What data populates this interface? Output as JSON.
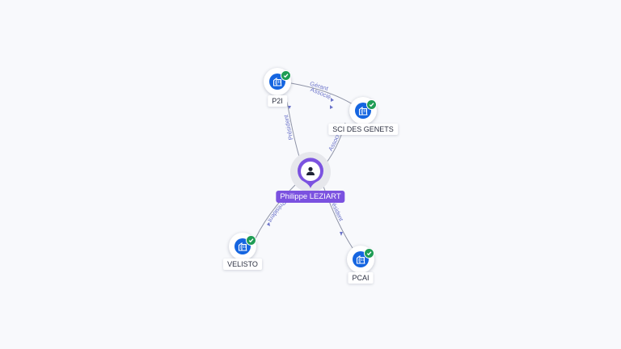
{
  "person": {
    "name": "Philippe LEZIART",
    "icon": "person-icon",
    "color": "#7b52e0"
  },
  "companies": [
    {
      "id": "p2i",
      "label": "P2I",
      "icon": "building-icon",
      "verified_icon": "check-icon"
    },
    {
      "id": "sci",
      "label": "SCI DES GENETS",
      "icon": "building-icon",
      "verified_icon": "check-icon"
    },
    {
      "id": "velisto",
      "label": "VELISTO",
      "icon": "building-icon",
      "verified_icon": "check-icon"
    },
    {
      "id": "pcai",
      "label": "PCAI",
      "icon": "building-icon",
      "verified_icon": "check-icon"
    }
  ],
  "edges": [
    {
      "id": "person-p2i",
      "label": "Président"
    },
    {
      "id": "p2i-sci-top",
      "label": "Gérant"
    },
    {
      "id": "p2i-sci-bottom",
      "label": "Associé"
    },
    {
      "id": "person-sci",
      "label": "Associé"
    },
    {
      "id": "person-velisto",
      "label": "Président"
    },
    {
      "id": "person-pcai",
      "label": "Président"
    }
  ],
  "colors": {
    "background": "#f8f9fc",
    "company_disc": "#1565e0",
    "verified_badge": "#1f9d55",
    "edge_line": "#8e93a6",
    "edge_label": "#6b73c9",
    "person_accent": "#7b52e0"
  }
}
